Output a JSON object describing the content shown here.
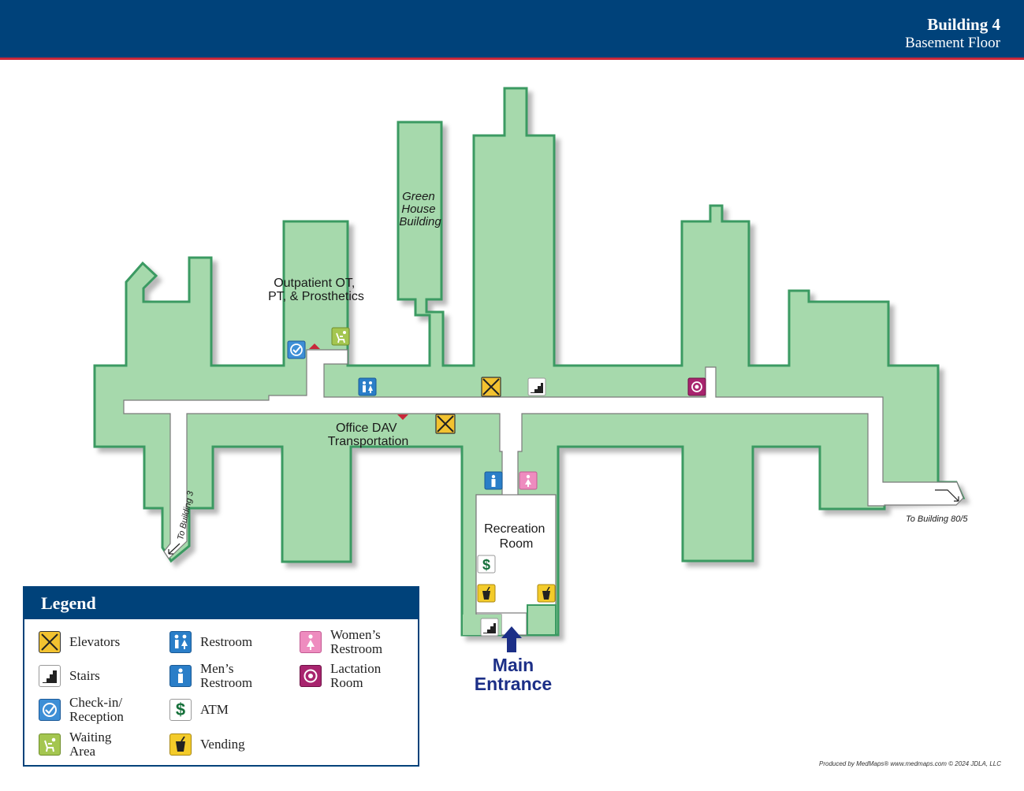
{
  "header": {
    "building": "Building 4",
    "floor": "Basement Floor"
  },
  "map": {
    "labels": {
      "green_house": [
        "Green",
        "House",
        "Building"
      ],
      "outpatient": [
        "Outpatient OT,",
        "PT, & Prosthetics"
      ],
      "office_dav": [
        "Office DAV",
        "Transportation"
      ],
      "recreation": [
        "Recreation",
        "Room"
      ],
      "to_building_3": "To Building 3",
      "to_building_80": "To Building 80/5"
    },
    "main_entrance": [
      "Main",
      "Entrance"
    ]
  },
  "legend": {
    "title": "Legend",
    "items": {
      "elevators": [
        "Elevators"
      ],
      "stairs": [
        "Stairs"
      ],
      "checkin": [
        "Check-in/",
        "Reception"
      ],
      "waiting": [
        "Waiting",
        "Area"
      ],
      "restroom": [
        "Restroom"
      ],
      "mens": [
        "Men’s",
        "Restroom"
      ],
      "atm": [
        "ATM"
      ],
      "vending": [
        "Vending"
      ],
      "womens": [
        "Women’s",
        "Restroom"
      ],
      "lactation": [
        "Lactation",
        "Room"
      ]
    }
  },
  "credit": "Produced by MedMaps®  www.medmaps.com   © 2024  JDLA, LLC",
  "colors": {
    "header": "#00427a",
    "accent_red": "#c8283a",
    "room_fill": "#a6d9ac",
    "room_stroke": "#3a9a62",
    "elevator": "#f2c230",
    "restroom_blue": "#2a7ec8",
    "womens_pink": "#ee8cbf",
    "lactation": "#a8246e",
    "checkin": "#3d8fd6",
    "waiting": "#a4c650",
    "vending": "#f3cb2a",
    "atm_green": "#15703a",
    "entrance": "#1c2f87"
  }
}
